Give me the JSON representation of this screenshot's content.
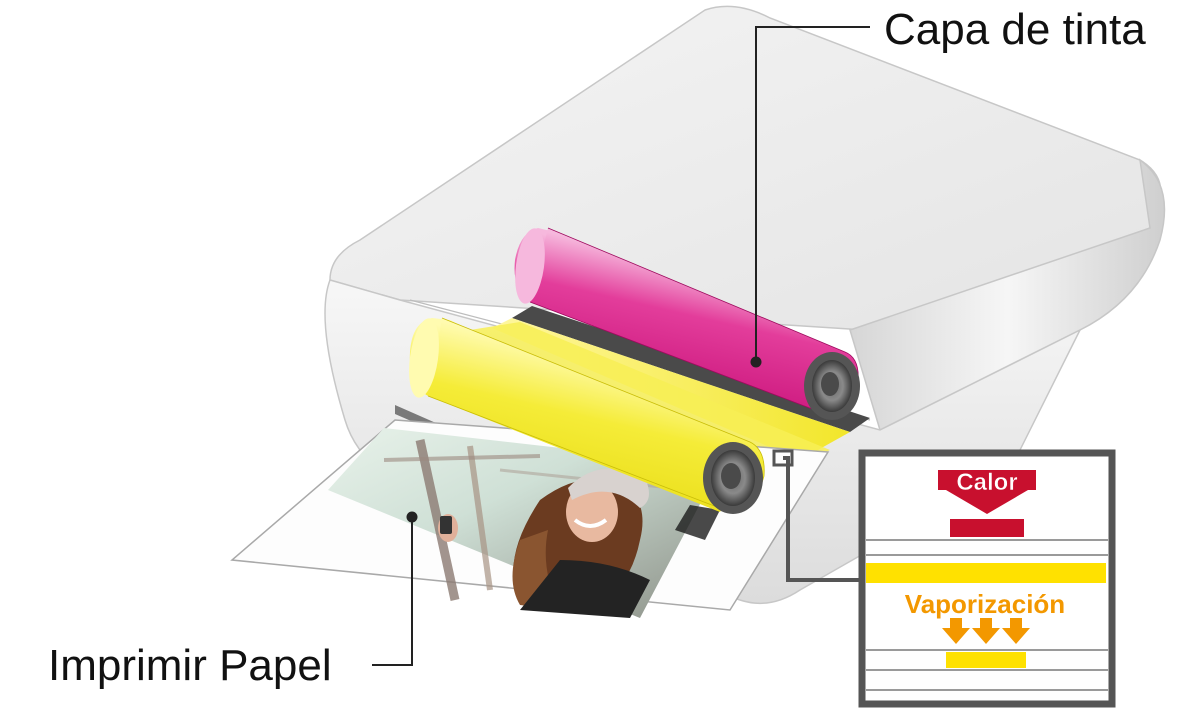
{
  "labels": {
    "ink_layer": "Capa de tinta",
    "print_paper": "Imprimir Papel"
  },
  "inset": {
    "heat": "Calor",
    "vaporization": "Vaporización"
  },
  "colors": {
    "magenta_roll": "#d6177f",
    "yellow_roll": "#f2ea2a",
    "heat_red": "#c8102e",
    "vapor_orange": "#f39800",
    "ink_yellow": "#ffe100",
    "inset_frame": "#555555",
    "printer_body": "#efefef"
  }
}
